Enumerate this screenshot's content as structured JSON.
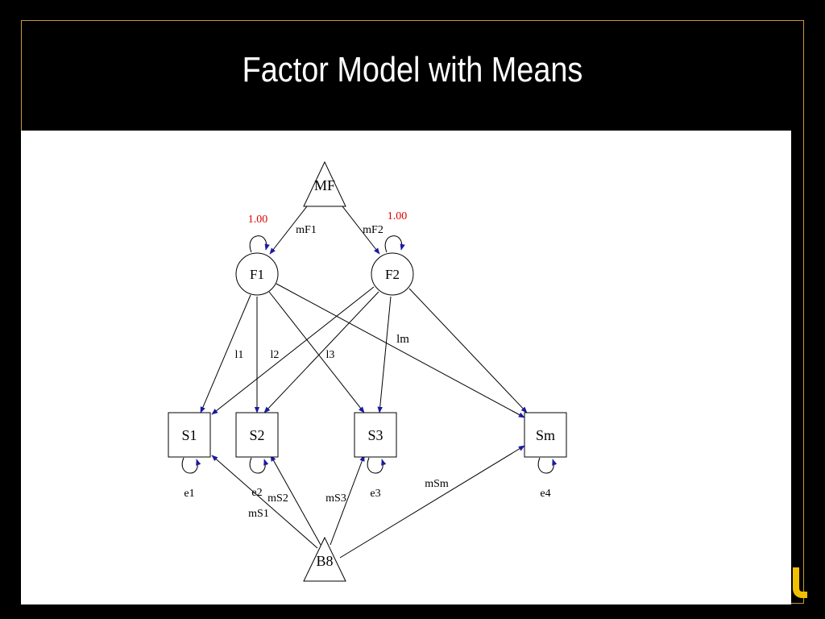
{
  "slide": {
    "title": "Factor Model with Means"
  },
  "diagram": {
    "nodes": {
      "mf": "MF",
      "b8": "B8",
      "f1": "F1",
      "f2": "F2",
      "s1": "S1",
      "s2": "S2",
      "s3": "S3",
      "sm": "Sm"
    },
    "labels": {
      "f1_variance": "1.00",
      "f2_variance": "1.00",
      "mF1": "mF1",
      "mF2": "mF2",
      "l1": "l1",
      "l2": "l2",
      "l3": "l3",
      "lm": "lm",
      "e1": "e1",
      "e2": "e2",
      "e3": "e3",
      "e4": "e4",
      "mS1": "mS1",
      "mS2": "mS2",
      "mS3": "mS3",
      "mSm": "mSm"
    },
    "colors": {
      "arrowhead": "#1a1aa0",
      "fixed_value": "#e00000",
      "line": "#000000",
      "frame_accent": "#c8963c",
      "logo_accent": "#f0c000"
    }
  }
}
